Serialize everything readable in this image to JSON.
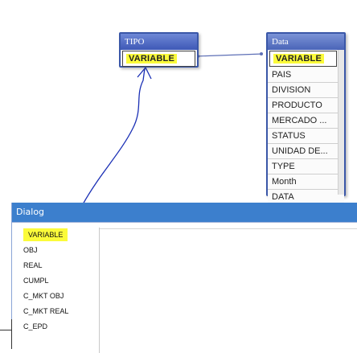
{
  "tipo_table": {
    "title": "TIPO",
    "fields": [
      "VARIABLE"
    ]
  },
  "data_table": {
    "title": "Data",
    "fields": [
      "VARIABLE",
      "PAIS",
      "DIVISION",
      "PRODUCTO",
      "MERCADO ...",
      "STATUS",
      "UNIDAD DE...",
      "TYPE",
      "Month",
      "DATA"
    ]
  },
  "dialog": {
    "title": "Dialog",
    "items": [
      "VARIABLE",
      "OBJ",
      "REAL",
      "CUMPL",
      "C_MKT OBJ",
      "C_MKT REAL",
      "C_EPD"
    ]
  },
  "colors": {
    "highlight": "#fbfb3a",
    "table_border": "#3a57a8",
    "dialog_title": "#3c7fcd",
    "annotation_ink": "#1a2fb5"
  }
}
